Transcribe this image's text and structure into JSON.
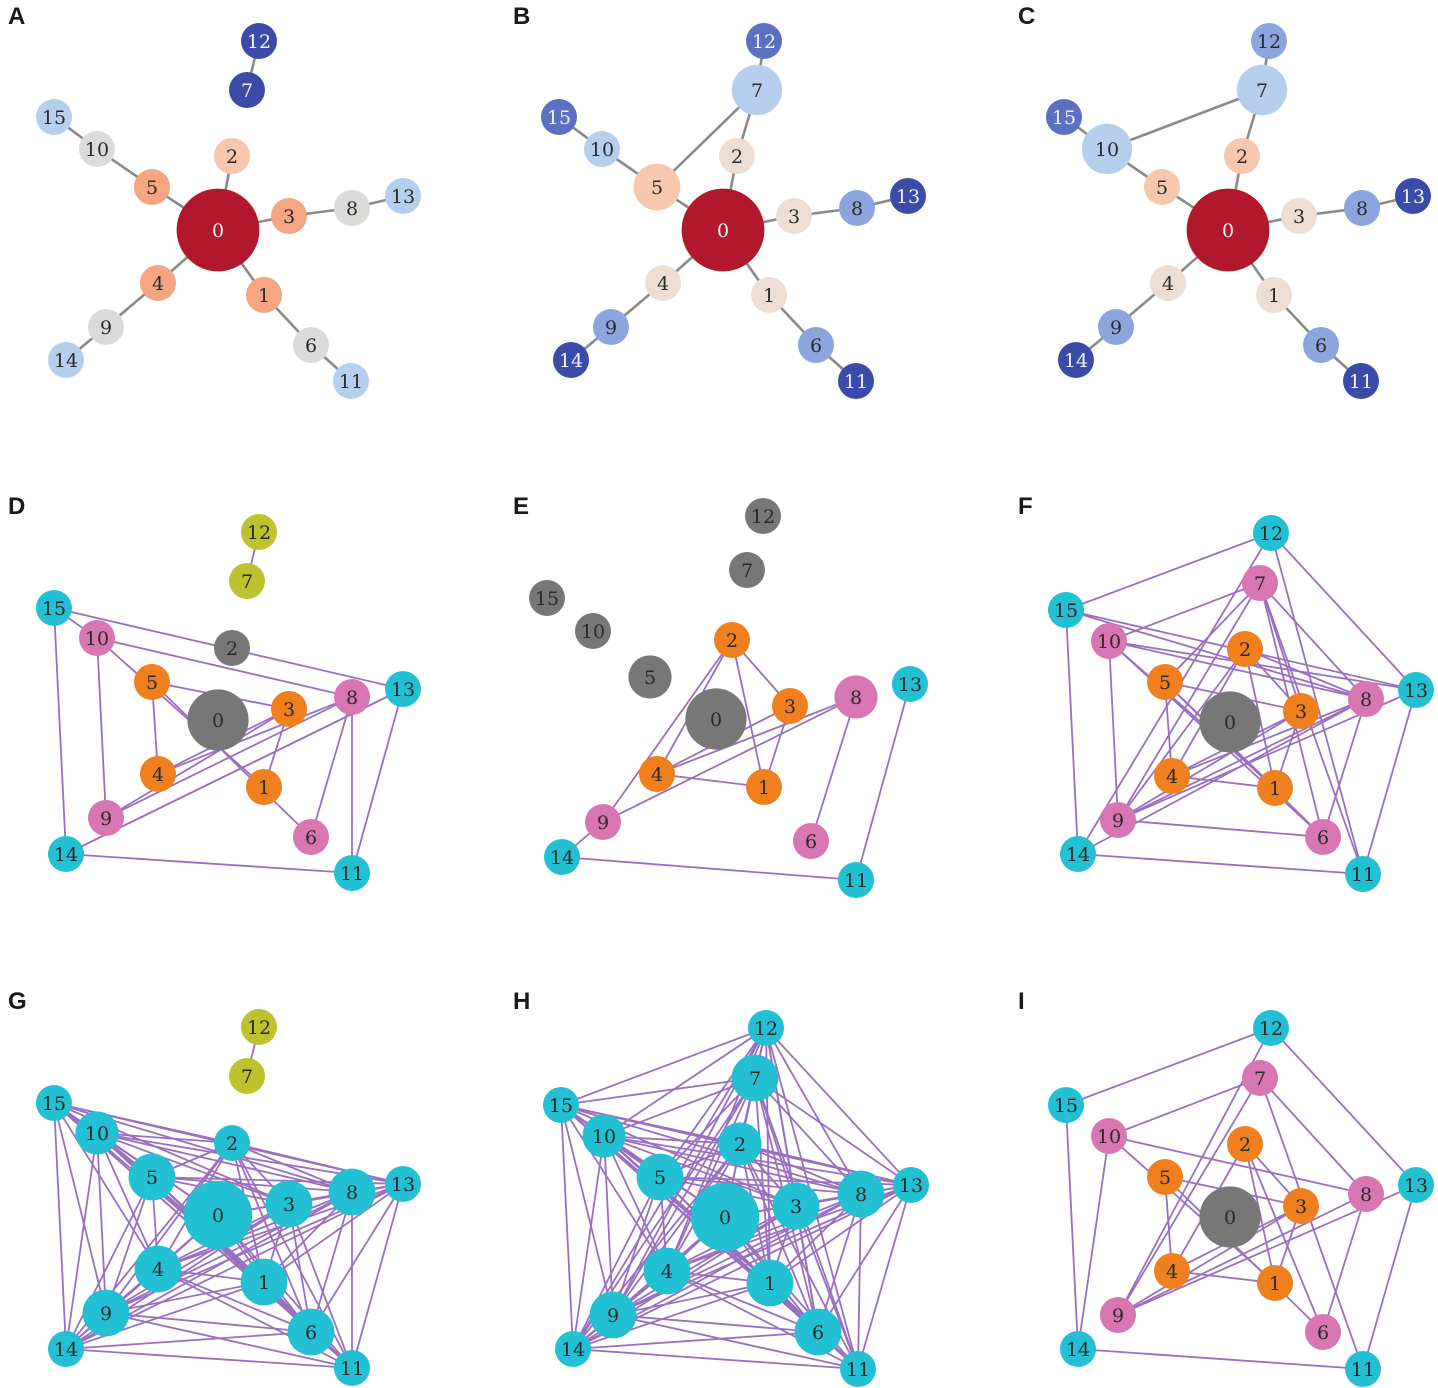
{
  "colors": {
    "tree_edge": "#8a8a8a",
    "dense_edge": "#9b6fc0",
    "cyan": "#22c0d2",
    "pink": "#d776b3",
    "orange": "#f07f1e",
    "gray": "#777777",
    "olive": "#bec22e",
    "red": "#b2182b",
    "salmon": "#f5a582",
    "peach": "#f7c8ad",
    "cream": "#eeddd2",
    "lightgray": "#dddbd9",
    "lightblue": "#b5cfee",
    "mediumblue": "#8ba6dc",
    "blue": "#5a71c1",
    "darkblue": "#3b4ca8"
  },
  "panels": [
    {
      "label": "A",
      "edge_color": "tree_edge",
      "nodes": {
        "0": {
          "color": "red",
          "size": 2.3,
          "text": "light"
        },
        "1": {
          "color": "salmon"
        },
        "2": {
          "color": "peach"
        },
        "3": {
          "color": "salmon"
        },
        "4": {
          "color": "salmon"
        },
        "5": {
          "color": "salmon"
        },
        "6": {
          "color": "lightgray"
        },
        "7": {
          "color": "darkblue",
          "text": "light"
        },
        "8": {
          "color": "lightgray"
        },
        "9": {
          "color": "lightgray"
        },
        "10": {
          "color": "lightgray"
        },
        "11": {
          "color": "lightblue"
        },
        "12": {
          "color": "darkblue",
          "text": "light"
        },
        "13": {
          "color": "lightblue"
        },
        "14": {
          "color": "lightblue"
        },
        "15": {
          "color": "lightblue"
        }
      },
      "edges": [
        [
          0,
          1
        ],
        [
          0,
          2
        ],
        [
          0,
          3
        ],
        [
          0,
          4
        ],
        [
          0,
          5
        ],
        [
          1,
          6
        ],
        [
          6,
          11
        ],
        [
          3,
          8
        ],
        [
          8,
          13
        ],
        [
          4,
          9
        ],
        [
          9,
          14
        ],
        [
          5,
          10
        ],
        [
          10,
          15
        ],
        [
          7,
          12
        ]
      ]
    },
    {
      "label": "B",
      "edge_color": "tree_edge",
      "nodes": {
        "0": {
          "color": "red",
          "size": 2.3,
          "text": "light"
        },
        "1": {
          "color": "cream"
        },
        "2": {
          "color": "cream"
        },
        "3": {
          "color": "cream"
        },
        "4": {
          "color": "cream"
        },
        "5": {
          "color": "peach",
          "size": 1.3
        },
        "6": {
          "color": "mediumblue"
        },
        "7": {
          "color": "lightblue",
          "size": 1.4
        },
        "8": {
          "color": "mediumblue"
        },
        "9": {
          "color": "mediumblue"
        },
        "10": {
          "color": "lightblue"
        },
        "11": {
          "color": "darkblue",
          "text": "light"
        },
        "12": {
          "color": "blue",
          "text": "light"
        },
        "13": {
          "color": "darkblue",
          "text": "light"
        },
        "14": {
          "color": "darkblue",
          "text": "light"
        },
        "15": {
          "color": "blue",
          "text": "light"
        }
      },
      "edges": [
        [
          0,
          1
        ],
        [
          0,
          2
        ],
        [
          0,
          3
        ],
        [
          0,
          4
        ],
        [
          0,
          5
        ],
        [
          1,
          6
        ],
        [
          6,
          11
        ],
        [
          3,
          8
        ],
        [
          8,
          13
        ],
        [
          4,
          9
        ],
        [
          9,
          14
        ],
        [
          5,
          10
        ],
        [
          10,
          15
        ],
        [
          7,
          12
        ],
        [
          2,
          7
        ],
        [
          5,
          7
        ]
      ]
    },
    {
      "label": "C",
      "edge_color": "tree_edge",
      "nodes": {
        "0": {
          "color": "red",
          "size": 2.3,
          "text": "light"
        },
        "1": {
          "color": "cream"
        },
        "2": {
          "color": "peach"
        },
        "3": {
          "color": "cream"
        },
        "4": {
          "color": "cream"
        },
        "5": {
          "color": "peach"
        },
        "6": {
          "color": "mediumblue"
        },
        "7": {
          "color": "lightblue",
          "size": 1.4
        },
        "8": {
          "color": "mediumblue"
        },
        "9": {
          "color": "mediumblue"
        },
        "10": {
          "color": "lightblue",
          "size": 1.4
        },
        "11": {
          "color": "darkblue",
          "text": "light"
        },
        "12": {
          "color": "mediumblue"
        },
        "13": {
          "color": "darkblue",
          "text": "light"
        },
        "14": {
          "color": "darkblue",
          "text": "light"
        },
        "15": {
          "color": "blue",
          "text": "light"
        }
      },
      "edges": [
        [
          0,
          1
        ],
        [
          0,
          2
        ],
        [
          0,
          3
        ],
        [
          0,
          4
        ],
        [
          0,
          5
        ],
        [
          1,
          6
        ],
        [
          6,
          11
        ],
        [
          3,
          8
        ],
        [
          8,
          13
        ],
        [
          4,
          9
        ],
        [
          9,
          14
        ],
        [
          5,
          10
        ],
        [
          10,
          15
        ],
        [
          7,
          12
        ],
        [
          2,
          7
        ],
        [
          10,
          7
        ]
      ]
    },
    {
      "label": "D",
      "edge_color": "dense_edge",
      "nodes": {
        "0": {
          "color": "gray",
          "size": 1.7
        },
        "1": {
          "color": "orange"
        },
        "2": {
          "color": "gray"
        },
        "3": {
          "color": "orange"
        },
        "4": {
          "color": "orange"
        },
        "5": {
          "color": "orange"
        },
        "6": {
          "color": "pink"
        },
        "7": {
          "color": "olive"
        },
        "8": {
          "color": "pink"
        },
        "9": {
          "color": "pink"
        },
        "10": {
          "color": "pink"
        },
        "11": {
          "color": "cyan"
        },
        "12": {
          "color": "olive"
        },
        "13": {
          "color": "cyan"
        },
        "14": {
          "color": "cyan"
        },
        "15": {
          "color": "cyan"
        }
      },
      "edges": [
        [
          7,
          12
        ],
        [
          15,
          10
        ],
        [
          15,
          13
        ],
        [
          15,
          14
        ],
        [
          10,
          8
        ],
        [
          10,
          9
        ],
        [
          10,
          1
        ],
        [
          5,
          3
        ],
        [
          5,
          4
        ],
        [
          5,
          6
        ],
        [
          4,
          3
        ],
        [
          4,
          8
        ],
        [
          9,
          3
        ],
        [
          9,
          8
        ],
        [
          1,
          3
        ],
        [
          8,
          6
        ],
        [
          8,
          11
        ],
        [
          13,
          14
        ],
        [
          13,
          11
        ],
        [
          14,
          11
        ],
        [
          14,
          13
        ]
      ]
    },
    {
      "label": "E",
      "edge_color": "dense_edge",
      "nodes": {
        "0": {
          "color": "gray",
          "size": 1.7
        },
        "1": {
          "color": "orange"
        },
        "2": {
          "color": "orange"
        },
        "3": {
          "color": "orange"
        },
        "4": {
          "color": "orange"
        },
        "5": {
          "color": "gray",
          "size": 1.2
        },
        "6": {
          "color": "pink"
        },
        "7": {
          "color": "gray"
        },
        "8": {
          "color": "pink",
          "size": 1.2
        },
        "9": {
          "color": "pink"
        },
        "10": {
          "color": "gray"
        },
        "11": {
          "color": "cyan"
        },
        "12": {
          "color": "gray"
        },
        "13": {
          "color": "cyan"
        },
        "14": {
          "color": "cyan"
        },
        "15": {
          "color": "gray"
        }
      },
      "edges": [
        [
          2,
          3
        ],
        [
          2,
          4
        ],
        [
          2,
          1
        ],
        [
          3,
          4
        ],
        [
          3,
          1
        ],
        [
          4,
          1
        ],
        [
          4,
          8
        ],
        [
          9,
          8
        ],
        [
          9,
          14
        ],
        [
          9,
          2
        ],
        [
          8,
          6
        ],
        [
          14,
          11
        ],
        [
          11,
          13
        ]
      ]
    },
    {
      "label": "F",
      "edge_color": "dense_edge",
      "nodes": {
        "0": {
          "color": "gray",
          "size": 1.7
        },
        "1": {
          "color": "orange"
        },
        "2": {
          "color": "orange"
        },
        "3": {
          "color": "orange"
        },
        "4": {
          "color": "orange"
        },
        "5": {
          "color": "orange"
        },
        "6": {
          "color": "pink"
        },
        "7": {
          "color": "pink"
        },
        "8": {
          "color": "pink"
        },
        "9": {
          "color": "pink"
        },
        "10": {
          "color": "pink"
        },
        "11": {
          "color": "cyan"
        },
        "12": {
          "color": "cyan"
        },
        "13": {
          "color": "cyan"
        },
        "14": {
          "color": "cyan"
        },
        "15": {
          "color": "cyan"
        }
      },
      "edges": [
        [
          12,
          15
        ],
        [
          12,
          13
        ],
        [
          12,
          14
        ],
        [
          12,
          11
        ],
        [
          15,
          13
        ],
        [
          15,
          14
        ],
        [
          13,
          11
        ],
        [
          14,
          11
        ],
        [
          7,
          10
        ],
        [
          7,
          8
        ],
        [
          7,
          9
        ],
        [
          7,
          6
        ],
        [
          10,
          8
        ],
        [
          10,
          9
        ],
        [
          10,
          6
        ],
        [
          8,
          9
        ],
        [
          8,
          6
        ],
        [
          9,
          6
        ],
        [
          10,
          1
        ],
        [
          5,
          1
        ],
        [
          5,
          3
        ],
        [
          5,
          4
        ],
        [
          5,
          6
        ],
        [
          2,
          3
        ],
        [
          2,
          4
        ],
        [
          2,
          1
        ],
        [
          2,
          9
        ],
        [
          3,
          4
        ],
        [
          3,
          9
        ],
        [
          4,
          1
        ],
        [
          4,
          8
        ],
        [
          1,
          3
        ],
        [
          2,
          8
        ],
        [
          7,
          5
        ],
        [
          7,
          3
        ],
        [
          7,
          11
        ],
        [
          10,
          13
        ],
        [
          15,
          8
        ],
        [
          14,
          8
        ],
        [
          9,
          13
        ]
      ]
    },
    {
      "label": "G",
      "edge_color": "dense_edge",
      "nodes": {
        "0": {
          "color": "cyan",
          "size": 1.9
        },
        "1": {
          "color": "cyan",
          "size": 1.3
        },
        "2": {
          "color": "cyan"
        },
        "3": {
          "color": "cyan",
          "size": 1.3
        },
        "4": {
          "color": "cyan",
          "size": 1.3
        },
        "5": {
          "color": "cyan",
          "size": 1.3
        },
        "6": {
          "color": "cyan",
          "size": 1.3
        },
        "7": {
          "color": "olive"
        },
        "8": {
          "color": "cyan",
          "size": 1.3
        },
        "9": {
          "color": "cyan",
          "size": 1.3
        },
        "10": {
          "color": "cyan",
          "size": 1.2
        },
        "11": {
          "color": "cyan"
        },
        "12": {
          "color": "olive"
        },
        "13": {
          "color": "cyan"
        },
        "14": {
          "color": "cyan"
        },
        "15": {
          "color": "cyan"
        }
      },
      "edges": "dense-all",
      "exclude": [
        7,
        12
      ],
      "extra": [
        [
          7,
          12
        ]
      ]
    },
    {
      "label": "H",
      "edge_color": "dense_edge",
      "nodes": {
        "0": {
          "color": "cyan",
          "size": 1.9
        },
        "1": {
          "color": "cyan",
          "size": 1.3
        },
        "2": {
          "color": "cyan",
          "size": 1.2
        },
        "3": {
          "color": "cyan",
          "size": 1.3
        },
        "4": {
          "color": "cyan",
          "size": 1.3
        },
        "5": {
          "color": "cyan",
          "size": 1.3
        },
        "6": {
          "color": "cyan",
          "size": 1.3
        },
        "7": {
          "color": "cyan",
          "size": 1.3
        },
        "8": {
          "color": "cyan",
          "size": 1.3
        },
        "9": {
          "color": "cyan",
          "size": 1.3
        },
        "10": {
          "color": "cyan",
          "size": 1.2
        },
        "11": {
          "color": "cyan"
        },
        "12": {
          "color": "cyan"
        },
        "13": {
          "color": "cyan"
        },
        "14": {
          "color": "cyan"
        },
        "15": {
          "color": "cyan"
        }
      },
      "edges": "dense-all",
      "exclude": [],
      "extra": []
    },
    {
      "label": "I",
      "edge_color": "dense_edge",
      "nodes": {
        "0": {
          "color": "gray",
          "size": 1.7
        },
        "1": {
          "color": "orange"
        },
        "2": {
          "color": "orange"
        },
        "3": {
          "color": "orange"
        },
        "4": {
          "color": "orange"
        },
        "5": {
          "color": "orange"
        },
        "6": {
          "color": "pink"
        },
        "7": {
          "color": "pink"
        },
        "8": {
          "color": "pink"
        },
        "9": {
          "color": "pink"
        },
        "10": {
          "color": "pink"
        },
        "11": {
          "color": "cyan"
        },
        "12": {
          "color": "cyan"
        },
        "13": {
          "color": "cyan"
        },
        "14": {
          "color": "cyan"
        },
        "15": {
          "color": "cyan"
        }
      },
      "edges": [
        [
          12,
          15
        ],
        [
          12,
          13
        ],
        [
          12,
          9
        ],
        [
          15,
          14
        ],
        [
          13,
          11
        ],
        [
          14,
          11
        ],
        [
          14,
          10
        ],
        [
          11,
          7
        ],
        [
          7,
          10
        ],
        [
          7,
          8
        ],
        [
          7,
          9
        ],
        [
          10,
          8
        ],
        [
          10,
          1
        ],
        [
          9,
          8
        ],
        [
          9,
          13
        ],
        [
          8,
          6
        ],
        [
          6,
          5
        ],
        [
          5,
          3
        ],
        [
          5,
          4
        ],
        [
          2,
          3
        ],
        [
          2,
          4
        ],
        [
          2,
          1
        ],
        [
          2,
          6
        ],
        [
          3,
          4
        ],
        [
          3,
          9
        ],
        [
          4,
          1
        ],
        [
          1,
          3
        ]
      ]
    }
  ]
}
